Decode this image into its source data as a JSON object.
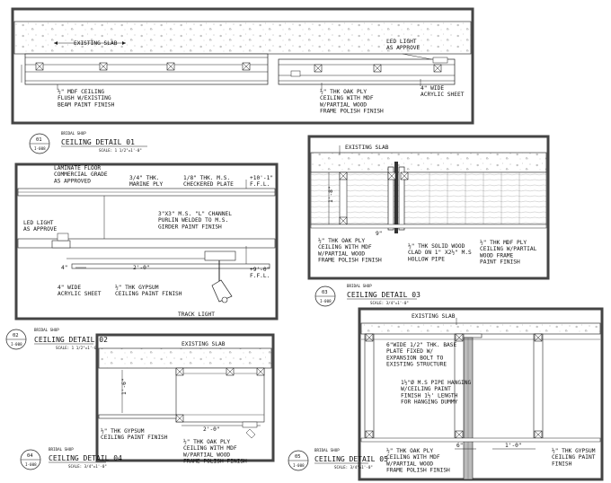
{
  "details": [
    {
      "number": "01",
      "title": "CEILING DETAIL 01",
      "tag": "BRIDAL SHOP",
      "scale": "SCALE: 1 1/2\"=1'-0\"",
      "sheet": "I-008",
      "annotations": [
        "EXISTING SLAB",
        "LED LIGHT\nAS APPROVE",
        "½\" MDF CEILING\nFLUSH W/EXISTING\nBEAM PAINT FINISH",
        "½\" THK OAK PLY\nCEILING WITH MDF\nW/PARTIAL WOOD\nFRAME POLISH FINISH",
        "4\" WIDE\nACRYLIC SHEET"
      ]
    },
    {
      "number": "02",
      "title": "CEILING DETAIL 02",
      "tag": "BRIDAL SHOP",
      "scale": "SCALE: 1 1/2\"=1'-0\"",
      "sheet": "I-008",
      "annotations": [
        "LAMINATE FLOOR\nCOMMERCIAL GRADE\nAS APPROVED",
        "3/4\" THK.\nMARINE PLY",
        "1/8\" THK. M.S.\nCHECKERED PLATE",
        "+10'-1\"\nF.F.L.",
        "3\"X3\" M.S. \"L\" CHANNEL\nPURLIN WELDED TO M.S.\nGIRDER PAINT FINISH",
        "LED LIGHT\nAS APPROVE",
        "4\"",
        "2'-0\"",
        "+9'-0\"\nF.F.L.",
        "4\" WIDE\nACRYLIC SHEET",
        "½\" THK GYPSUM\nCEILING PAINT FINISH",
        "TRACK LIGHT"
      ]
    },
    {
      "number": "03",
      "title": "CEILING DETAIL 03",
      "tag": "BRIDAL SHOP",
      "scale": "SCALE: 3/4\"=1'-0\"",
      "sheet": "I-008",
      "annotations": [
        "EXISTING SLAB",
        "1'-8\"",
        "9\"",
        "½\" THK OAK PLY\nCEILING WITH MDF\nW/PARTIAL WOOD\nFRAME POLISH FINISH",
        "½\" THK SOLID WOOD\nCLAD ON 1\" X2½\" M.S\nHOLLOW PIPE",
        "½\" THK MDF PLY\nCEILING W/PARTIAL\nWOOD FRAME\nPAINT FINISH"
      ]
    },
    {
      "number": "04",
      "title": "CEILING DETAIL 04",
      "tag": "BRIDAL SHOP",
      "scale": "SCALE: 3/4\"=1'-0\"",
      "sheet": "I-008",
      "annotations": [
        "EXISTING SLAB",
        "1'-6\"",
        "2'-0\"",
        "½\" THK GYPSUM\nCEILING PAINT FINISH",
        "½\" THK OAK PLY\nCEILING WITH MDF\nW/PARTIAL WOOD\nFRAME POLISH FINISH"
      ]
    },
    {
      "number": "05",
      "title": "CEILING DETAIL 05",
      "tag": "BRIDAL SHOP",
      "scale": "SCALE: 3/4\"=1'-0\"",
      "sheet": "I-008",
      "annotations": [
        "EXISTING SLAB",
        "6\"WIDE 1/2\" THK. BASE\nPLATE FIXED W/\nEXPANSION BOLT TO\nEXISTING STRUCTURE",
        "1½\"Ø M.S PIPE HANGING\nW/CEILING PAINT\nFINISH 1½' LENGTH\nFOR HANGING DUMMY",
        "½\" THK OAK PLY\nCEILING WITH MDF\nW/PARTIAL WOOD\nFRAME POLISH FINISH",
        "½\" THK GYPSUM\nCEILING PAINT\nFINISH",
        "6\"",
        "1'-0\""
      ]
    }
  ]
}
